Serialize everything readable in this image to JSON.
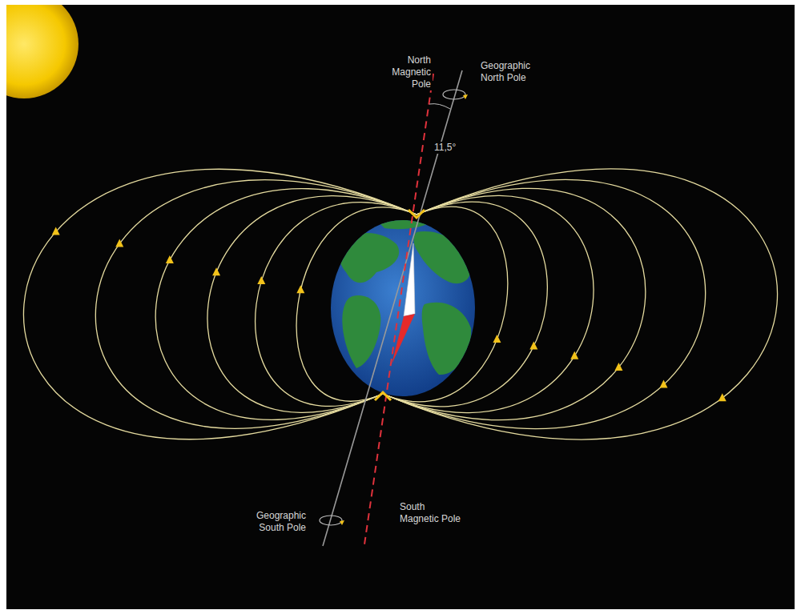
{
  "diagram": {
    "labels": [
      "North Magnetic Pole",
      "Geographic North Pole",
      "11,5°",
      "Geographic South Pole",
      "South Magnetic Pole"
    ]
  }
}
